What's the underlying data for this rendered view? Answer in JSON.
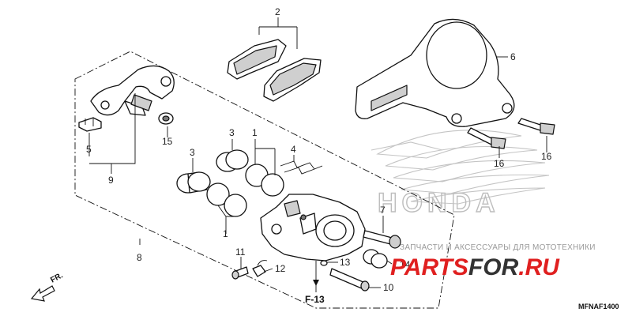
{
  "diagram": {
    "callouts": {
      "c1a": "1",
      "c1b": "1",
      "c2": "2",
      "c3a": "3",
      "c3b": "3",
      "c4": "4",
      "c5": "5",
      "c6": "6",
      "c7": "7",
      "c8": "8",
      "c9": "9",
      "c10": "10",
      "c11": "11",
      "c12": "12",
      "c13": "13",
      "c14": "14",
      "c15": "15",
      "c16a": "16",
      "c16b": "16"
    },
    "ref_label": "F-13",
    "direction_label": "FR.",
    "diagram_code": "MFNAF1400"
  },
  "watermark": {
    "brand_word": "HONDA",
    "tagline": "ЗАПЧАСТИ И АКСЕССУАРЫ ДЛЯ МОТОТЕХНИКИ",
    "logo_left": "PARTS",
    "logo_mid": "FOR",
    "logo_right": ".RU",
    "logo_red": "#e02020",
    "logo_dark": "#333333"
  }
}
